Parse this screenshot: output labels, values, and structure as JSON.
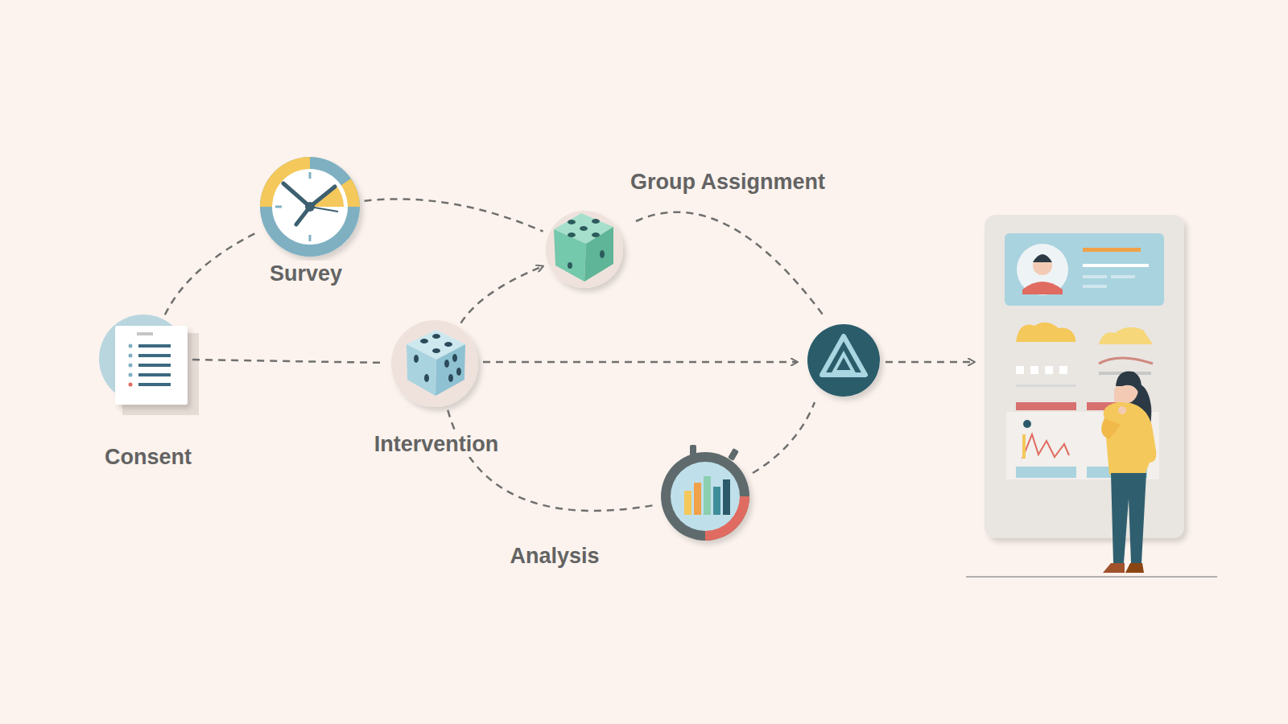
{
  "diagram": {
    "nodes": [
      {
        "text": [
          "Consent"
        ]
      },
      {
        "text": [
          "Survey"
        ]
      },
      {
        "text": [
          "Intervention"
        ]
      },
      {
        "text": [
          "Group Assignment"
        ]
      },
      {
        "text": [
          "Analysis"
        ]
      }
    ],
    "edges": [
      {
        "from": 0,
        "to": 1,
        "arrow": "none"
      },
      {
        "from": 1,
        "to": 3,
        "arrow": "none"
      },
      {
        "from": 0,
        "to": 2,
        "arrow": "none"
      },
      {
        "from": 2,
        "to": 3,
        "arrow": "to"
      },
      {
        "from": 2,
        "to": 4,
        "arrow": "none"
      }
    ]
  }
}
